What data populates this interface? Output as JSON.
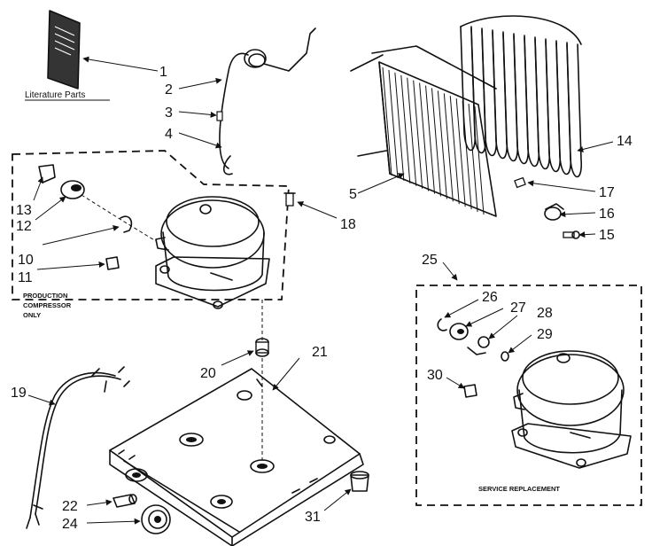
{
  "literature_label": "Literature Parts",
  "notes": {
    "production_line1": "PRODUCTION",
    "production_line2": "COMPRESSOR",
    "production_line3": "ONLY",
    "service": "SERVICE REPLACEMENT"
  },
  "callouts": {
    "c1": "1",
    "c2": "2",
    "c3": "3",
    "c4": "4",
    "c5": "5",
    "c10": "10",
    "c11": "11",
    "c12": "12",
    "c13": "13",
    "c14": "14",
    "c15": "15",
    "c16": "16",
    "c17": "17",
    "c18": "18",
    "c19": "19",
    "c20": "20",
    "c21": "21",
    "c22": "22",
    "c24": "24",
    "c25": "25",
    "c26": "26",
    "c27": "27",
    "c28": "28",
    "c29": "29",
    "c30": "30",
    "c31": "31"
  }
}
